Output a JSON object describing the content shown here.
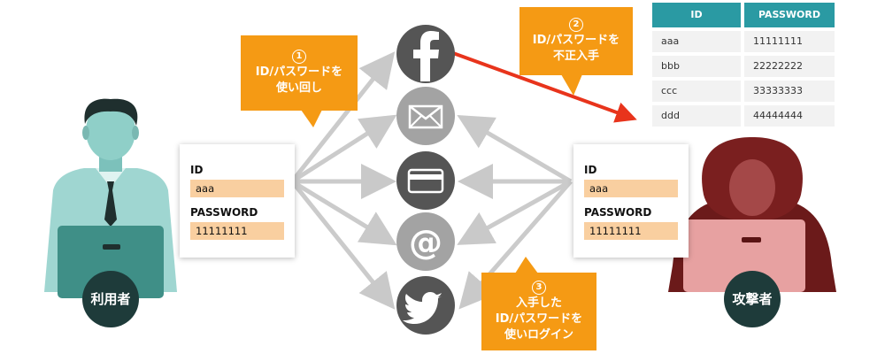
{
  "user": {
    "label": "利用者"
  },
  "attacker": {
    "label": "攻撃者"
  },
  "user_card": {
    "id_label": "ID",
    "id_value": "aaa",
    "pw_label": "PASSWORD",
    "pw_value": "11111111"
  },
  "attacker_card": {
    "id_label": "ID",
    "id_value": "aaa",
    "pw_label": "PASSWORD",
    "pw_value": "11111111"
  },
  "callouts": [
    {
      "num": "1",
      "line1": "ID/パスワードを",
      "line2": "使い回し"
    },
    {
      "num": "2",
      "line1": "ID/パスワードを",
      "line2": "不正入手"
    },
    {
      "num": "3",
      "line1": "入手した",
      "line2": "ID/パスワードを",
      "line3": "使いログイン"
    }
  ],
  "services": [
    "facebook-icon",
    "mail-icon",
    "credit-card-icon",
    "at-sign-icon",
    "twitter-icon"
  ],
  "stolen_table": {
    "headers": [
      "ID",
      "PASSWORD"
    ],
    "rows": [
      [
        "aaa",
        "11111111"
      ],
      [
        "bbb",
        "22222222"
      ],
      [
        "ccc",
        "33333333"
      ],
      [
        "ddd",
        "44444444"
      ]
    ]
  },
  "colors": {
    "orange": "#f59a14",
    "teal": "#2a9aa3",
    "red": "#e8341c",
    "attacker": "#7a1f1f",
    "user": "#3f8f87",
    "arrow": "#c8c8c8"
  }
}
